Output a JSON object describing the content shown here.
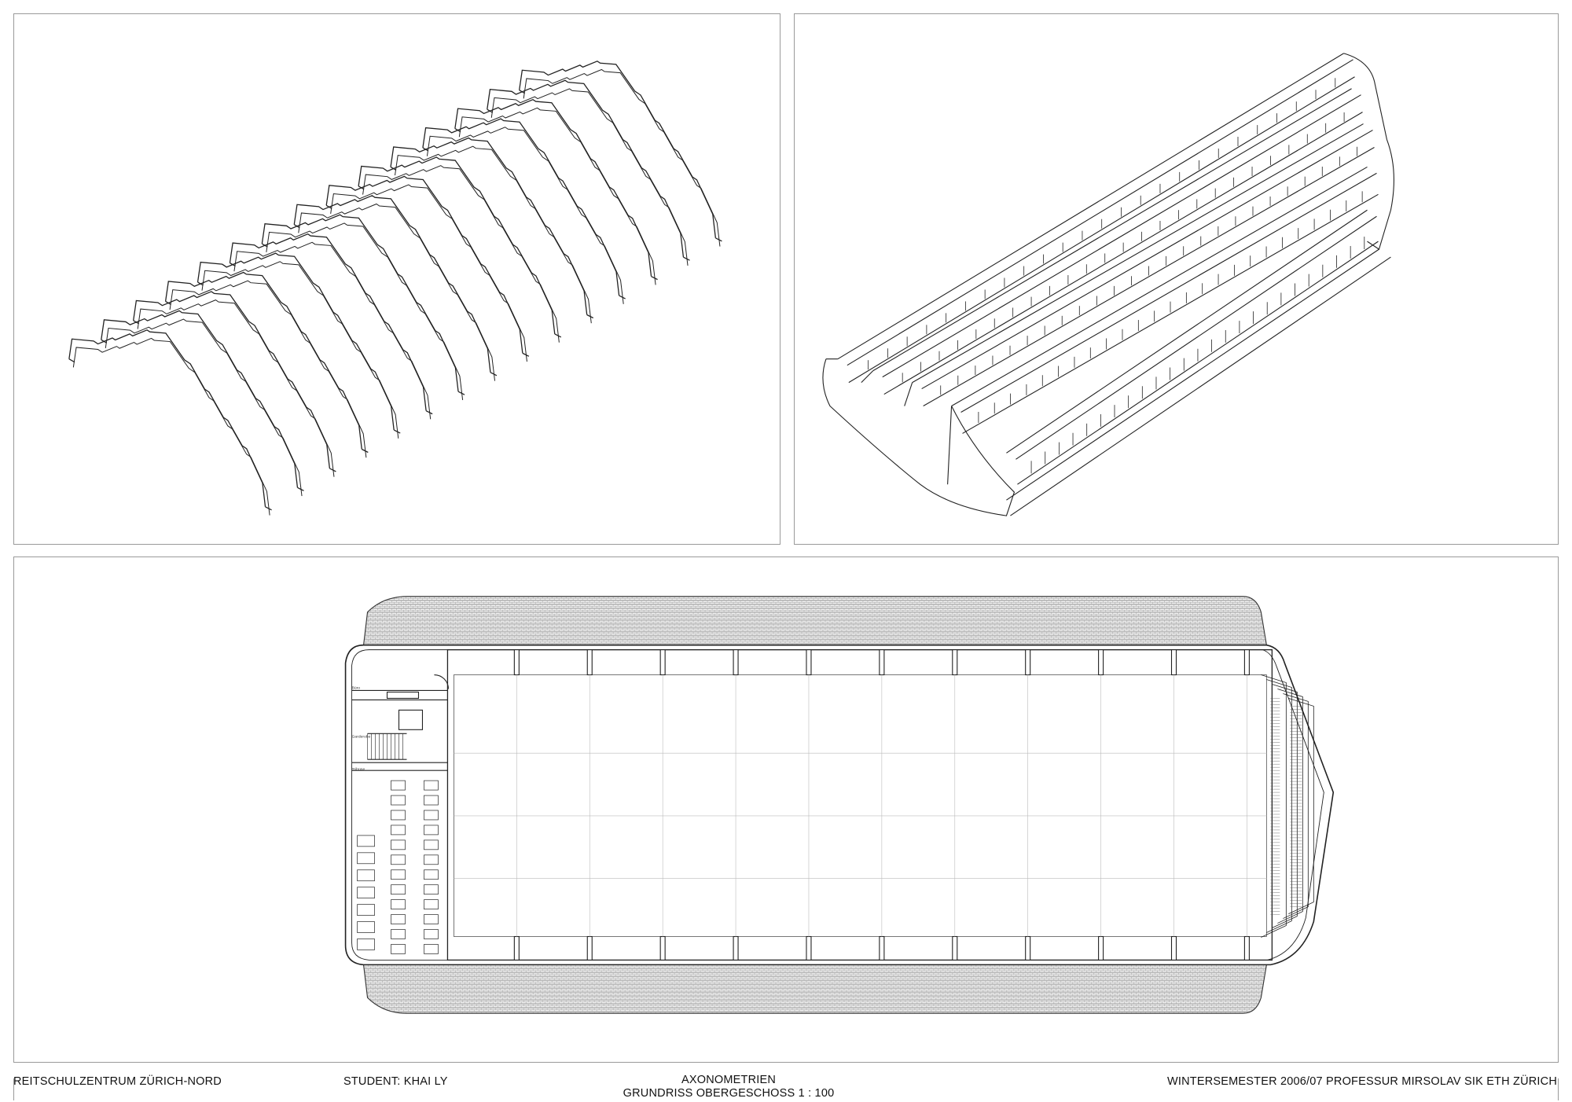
{
  "title_block": {
    "project": "REITSCHULZENTRUM ZÜRICH-NORD",
    "student": "STUDENT:   KHAI  LY",
    "drawing_title": "AXONOMETRIEN",
    "drawing_subtitle": "GRUNDRISS  OBERGESCHOSS  1 : 100",
    "course": "WINTERSEMESTER 2006/07  PROFESSUR  MIRSOLAV  SIK   ETH ZÜRICH"
  },
  "panels": [
    {
      "id": "structure-axonometry",
      "content": "axonometric-frame-structure"
    },
    {
      "id": "volume-axonometry",
      "content": "axonometric-building-volume"
    },
    {
      "id": "floor-plan",
      "content": "upper-floor-plan"
    }
  ],
  "plan_labels": {
    "room_1": "Büro",
    "room_2": "Garderobe",
    "room_3": "Tribüne"
  },
  "colors": {
    "line": "#222222",
    "frame": "#9a9a9a",
    "paper": "#ffffff"
  }
}
